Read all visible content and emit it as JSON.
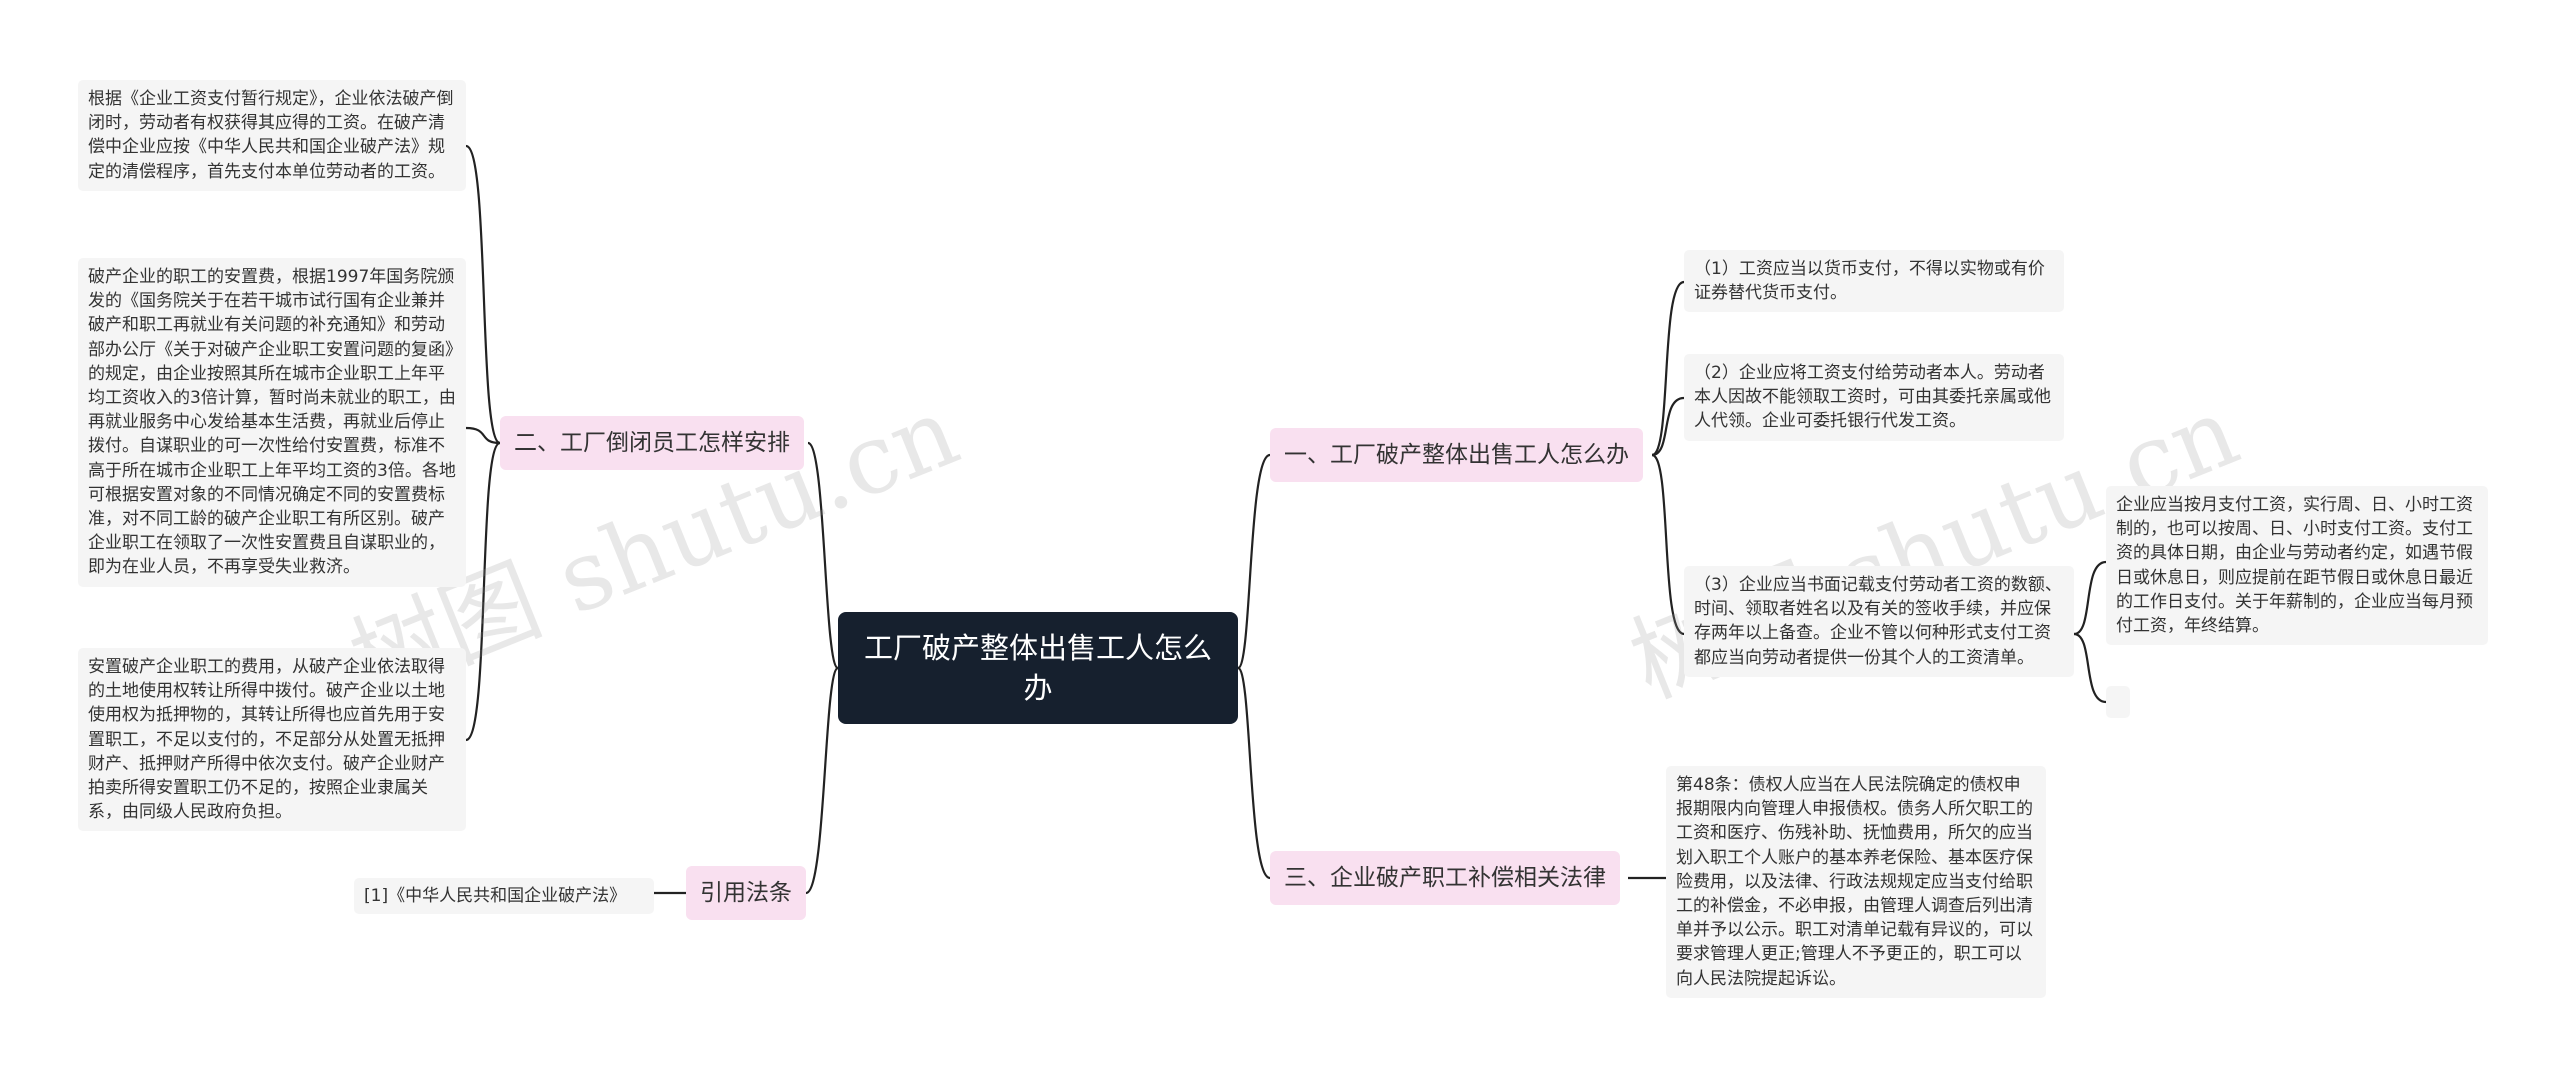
{
  "root": {
    "title": "工厂破产整体出售工人怎么办"
  },
  "branches": {
    "b1": {
      "label": "一、工厂破产整体出售工人怎么办"
    },
    "b2": {
      "label": "二、工厂倒闭员工怎样安排"
    },
    "b3": {
      "label": "三、企业破产职工补偿相关法律"
    },
    "b4": {
      "label": "引用法条"
    }
  },
  "leaves": {
    "r1": "（1）工资应当以货币支付，不得以实物或有价证券替代货币支付。",
    "r2": "（2）企业应将工资支付给劳动者本人。劳动者本人因故不能领取工资时，可由其委托亲属或他人代领。企业可委托银行代发工资。",
    "r3": "（3）企业应当书面记载支付劳动者工资的数额、时间、领取者姓名以及有关的签收手续，并应保存两年以上备查。企业不管以何种形式支付工资都应当向劳动者提供一份其个人的工资清单。",
    "r3a": "企业应当按月支付工资，实行周、日、小时工资制的，也可以按周、日、小时支付工资。支付工资的具体日期，由企业与劳动者约定，如遇节假日或休息日，则应提前在距节假日或休息日最近的工作日支付。关于年薪制的，企业应当每月预付工资，年终结算。",
    "r4": "第48条：债权人应当在人民法院确定的债权申报期限内向管理人申报债权。债务人所欠职工的工资和医疗、伤残补助、抚恤费用，所欠的应当划入职工个人账户的基本养老保险、基本医疗保险费用，以及法律、行政法规规定应当支付给职工的补偿金，不必申报，由管理人调查后列出清单并予以公示。职工对清单记载有异议的，可以要求管理人更正;管理人不予更正的，职工可以向人民法院提起诉讼。",
    "l1": "根据《企业工资支付暂行规定》，企业依法破产倒闭时，劳动者有权获得其应得的工资。在破产清偿中企业应按《中华人民共和国企业破产法》规定的清偿程序，首先支付本单位劳动者的工资。",
    "l2": "破产企业的职工的安置费，根据1997年国务院颁发的《国务院关于在若干城市试行国有企业兼并破产和职工再就业有关问题的补充通知》和劳动部办公厅《关于对破产企业职工安置问题的复函》的规定，由企业按照其所在城市企业职工上年平均工资收入的3倍计算，暂时尚未就业的职工，由再就业服务中心发给基本生活费，再就业后停止拨付。自谋职业的可一次性给付安置费，标准不高于所在城市企业职工上年平均工资的3倍。各地可根据安置对象的不同情况确定不同的安置费标准，对不同工龄的破产企业职工有所区别。破产企业职工在领取了一次性安置费且自谋职业的，即为在业人员，不再享受失业救济。",
    "l3": "安置破产企业职工的费用，从破产企业依法取得的土地使用权转让所得中拨付。破产企业以土地使用权为抵押物的，其转让所得也应首先用于安置职工，不足以支付的，不足部分从处置无抵押财产、抵押财产所得中依次支付。破产企业财产拍卖所得安置职工仍不足的，按照企业隶属关系，由同级人民政府负担。",
    "l4": "[1]《中华人民共和国企业破产法》"
  },
  "watermark": {
    "left": "树图 shutu.cn",
    "right": "树图 shutu.cn"
  },
  "colors": {
    "root_bg": "#16202e",
    "branch_bg": "#f9e0f0",
    "leaf_bg": "#f5f5f5",
    "line": "#222222"
  }
}
